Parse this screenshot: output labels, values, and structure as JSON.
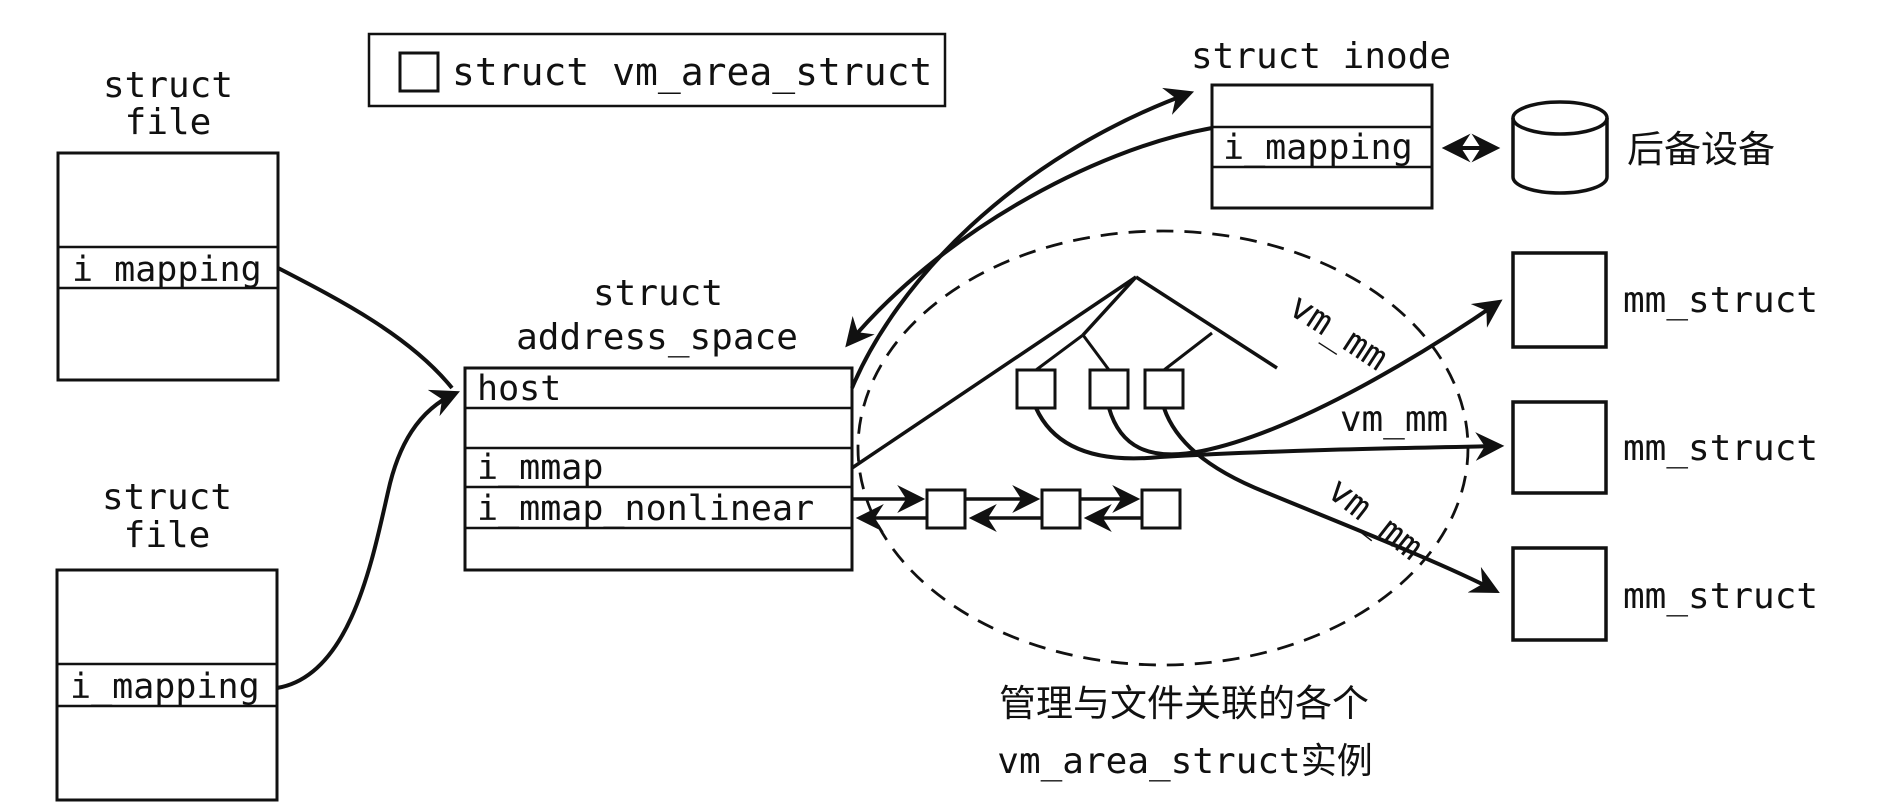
{
  "legend": {
    "label": "struct vm_area_struct"
  },
  "file_top": {
    "title_line1": "struct",
    "title_line2": "file",
    "field": "i_mapping"
  },
  "file_bottom": {
    "title_line1": "struct",
    "title_line2": "file",
    "field": "i_mapping"
  },
  "address_space": {
    "title_line1": "struct",
    "title_line2": "address_space",
    "fields": [
      "host",
      "i_mmap",
      "i_mmap_nonlinear"
    ]
  },
  "inode": {
    "title": "struct inode",
    "field": "i_mapping"
  },
  "backing_device": {
    "label": "后备设备"
  },
  "mm_structs": {
    "labels": [
      "mm_struct",
      "mm_struct",
      "mm_struct"
    ]
  },
  "vm_mm_labels": [
    "vm_mm",
    "vm_mm",
    "vm_mm"
  ],
  "caption": {
    "line1": "管理与文件关联的各个",
    "line2": "vm_area_struct实例"
  },
  "colors": {
    "ink": "#111111",
    "background": "#ffffff"
  }
}
